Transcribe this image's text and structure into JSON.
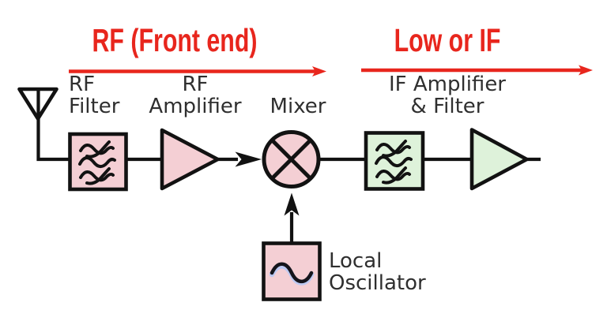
{
  "sections": {
    "rf": {
      "label": "RF (Front end)"
    },
    "if": {
      "label": "Low or IF"
    }
  },
  "blocks": {
    "rf_filter": {
      "line1": "RF",
      "line2": "Filter"
    },
    "rf_amplifier": {
      "line1": "RF",
      "line2": "Amplifier"
    },
    "mixer": {
      "label": "Mixer"
    },
    "if_amplifier_filter": {
      "line1": "IF Amplifier",
      "line2": "& Filter"
    },
    "local_oscillator": {
      "line1": "Local",
      "line2": "Oscillator"
    }
  },
  "icons": {
    "antenna": "antenna-icon",
    "rf_filter": "filter-wave-icon",
    "rf_amplifier": "amplifier-triangle-icon",
    "mixer": "mixer-cross-circle-icon",
    "if_filter": "filter-wave-icon",
    "if_amplifier": "amplifier-triangle-icon",
    "local_oscillator": "sine-wave-icon"
  },
  "colors": {
    "accent_red": "#e8261d",
    "block_pink": "#f4cfd4",
    "block_green": "#def2da",
    "line_black": "#121212",
    "label_text": "#2f2f2f",
    "oscillator_wave_highlight": "#bcc9f2",
    "background": "#ffffff"
  }
}
